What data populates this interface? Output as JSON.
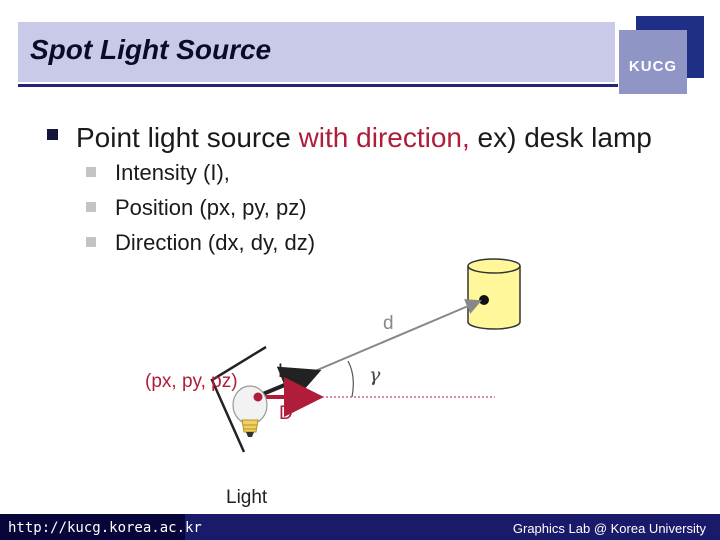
{
  "slide": {
    "title": "Spot Light Source",
    "logo": "KUCG"
  },
  "content": {
    "main_bullet": {
      "prefix": "Point light source ",
      "highlight": "with direction,",
      "suffix": " ex) desk lamp"
    },
    "sub_bullets": [
      "Intensity (I),",
      "Position (px, py, pz)",
      "Direction (dx, dy, dz)"
    ]
  },
  "diagram": {
    "label_d": "d",
    "label_L": "L",
    "label_D": "D",
    "label_gamma": "γ",
    "label_position": "(px, py, pz)",
    "label_light": "Light"
  },
  "footer": {
    "url": "http://kucg.korea.ac.kr",
    "credit": "Graphics Lab @ Korea University"
  },
  "colors": {
    "accent": "#b01d3a",
    "title_bar": "#c9c9e8",
    "footer": "#1a1a6b",
    "cylinder": "#fff79a"
  }
}
